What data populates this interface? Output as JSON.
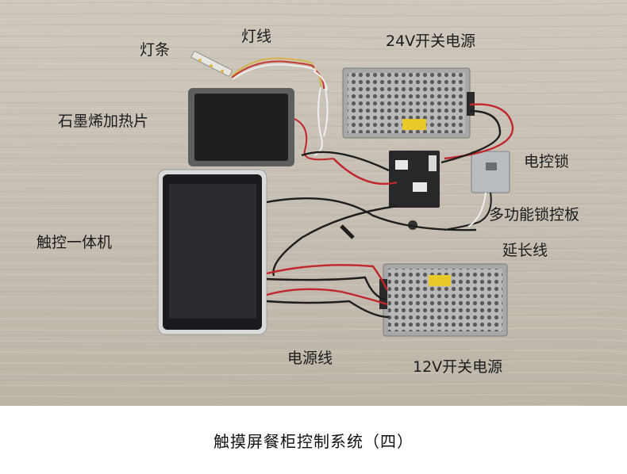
{
  "labels": {
    "light_strip": "灯条",
    "light_wire": "灯线",
    "psu_24v": "24V开关电源",
    "graphene_heater": "石墨烯加热片",
    "electric_lock": "电控锁",
    "multi_lock_board": "多功能锁控板",
    "touch_aio": "触控一体机",
    "extension_wire": "延长线",
    "power_cable": "电源线",
    "psu_12v": "12V开关电源"
  },
  "caption": "触摸屏餐柜控制系统（四）",
  "colors": {
    "background": "#c8c0b4",
    "caption_bg": "#ffffff",
    "label_text": "#1b1b1b",
    "wire_red": "#c0262c",
    "wire_black": "#1e1e1e"
  }
}
